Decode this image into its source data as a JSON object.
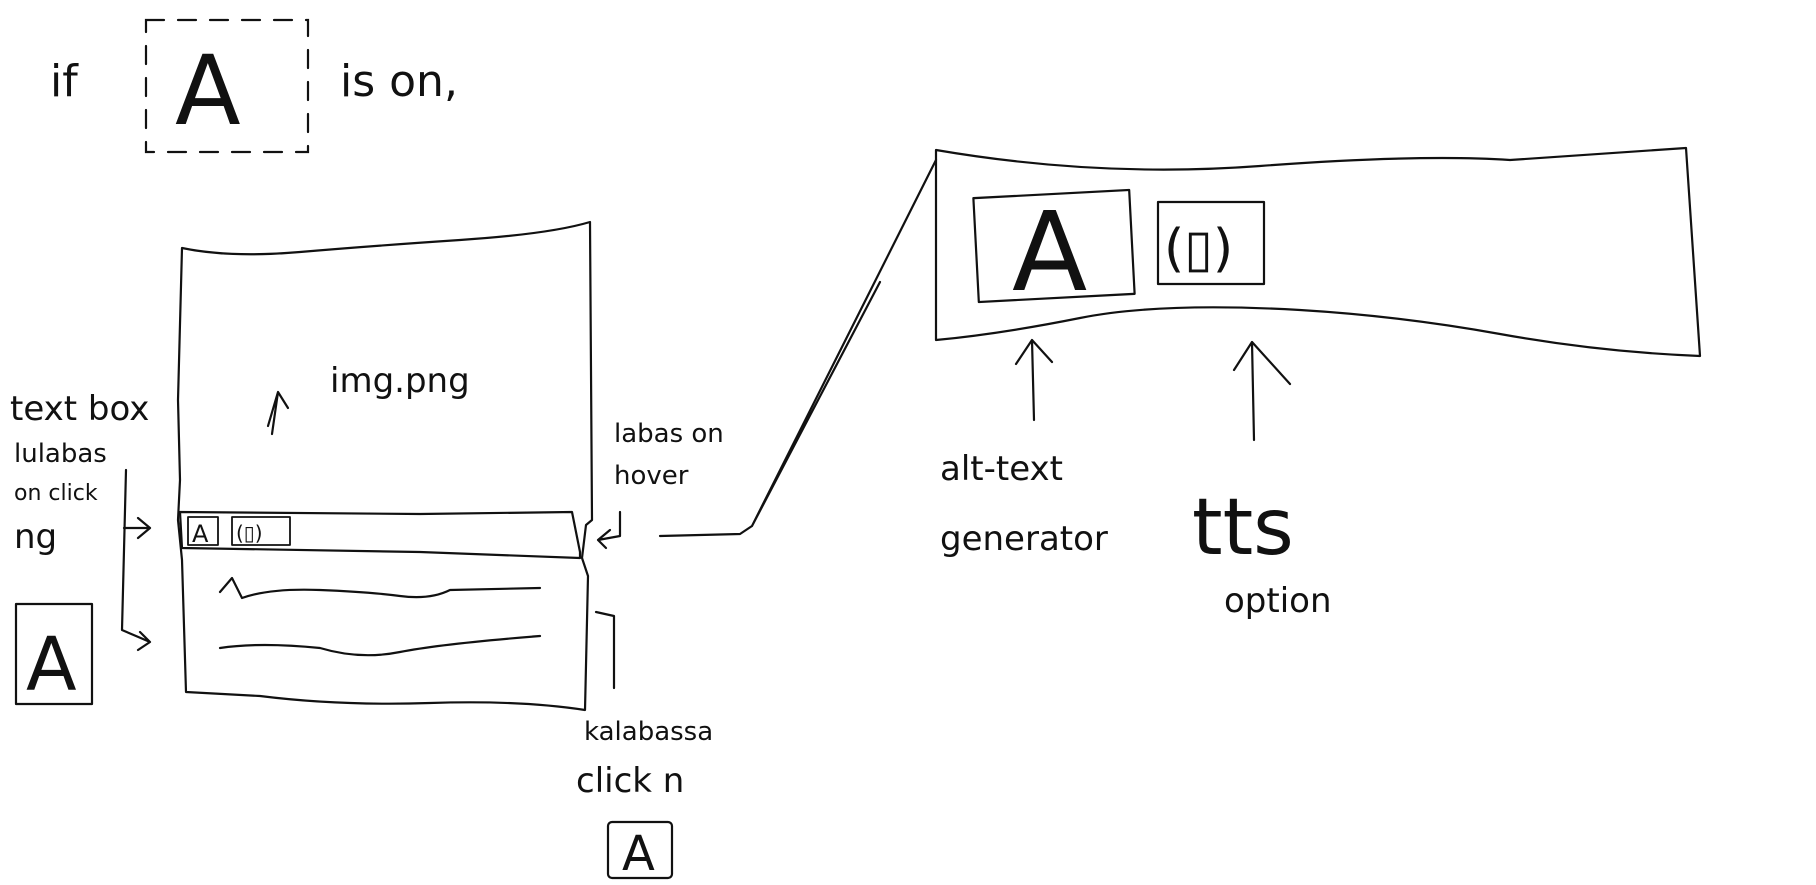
{
  "heading": {
    "prefix": "if",
    "icon_letter": "A",
    "suffix": "is on,"
  },
  "mockup": {
    "image_label": "img.png",
    "toolbar_icon_letter": "A",
    "toolbar_tts_glyph": "(▯)"
  },
  "notes": {
    "text_box": "text box",
    "lulabas": "lulabas",
    "on_click": "on click",
    "ng": "ng",
    "left_icon_letter": "A",
    "labas_on": "labas on",
    "hover": "hover",
    "kalabassa": "kalabassa",
    "click_n": "click n",
    "bottom_icon_letter": "A"
  },
  "zoom": {
    "alt_icon_letter": "A",
    "tts_glyph": "(▯)",
    "alt_text_line1": "alt-text",
    "alt_text_line2": "generator",
    "tts_line1": "tts",
    "tts_line2": "option"
  }
}
